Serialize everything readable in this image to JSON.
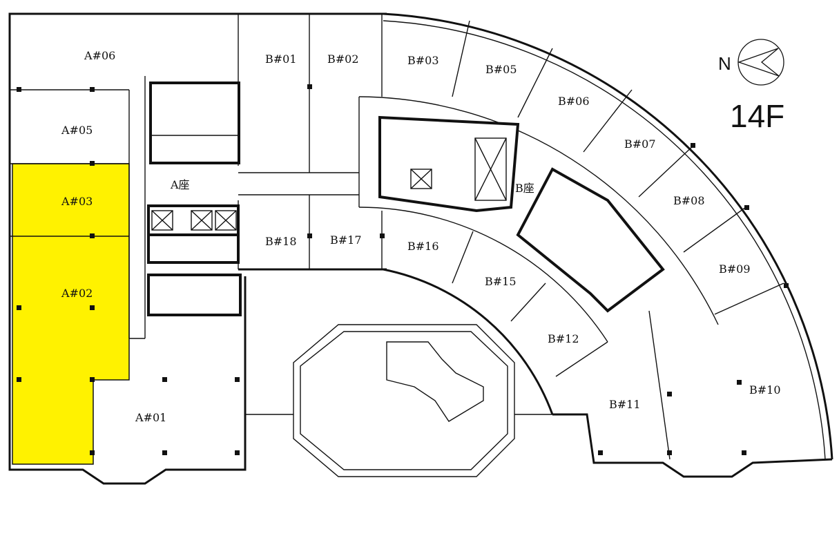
{
  "floor": "14F",
  "compass": {
    "label": "N"
  },
  "highlight_color": "#FFF200",
  "highlighted_units": [
    "A#03",
    "A#02"
  ],
  "wing_a": {
    "core_label": "A座",
    "units": {
      "a06": "A#06",
      "a05": "A#05",
      "a03": "A#03",
      "a02": "A#02",
      "a01": "A#01"
    }
  },
  "wing_b": {
    "core_label": "B座",
    "units": {
      "b01": "B#01",
      "b02": "B#02",
      "b03": "B#03",
      "b05": "B#05",
      "b06": "B#06",
      "b07": "B#07",
      "b08": "B#08",
      "b09": "B#09",
      "b10": "B#10",
      "b11": "B#11",
      "b12": "B#12",
      "b15": "B#15",
      "b16": "B#16",
      "b17": "B#17",
      "b18": "B#18"
    }
  }
}
